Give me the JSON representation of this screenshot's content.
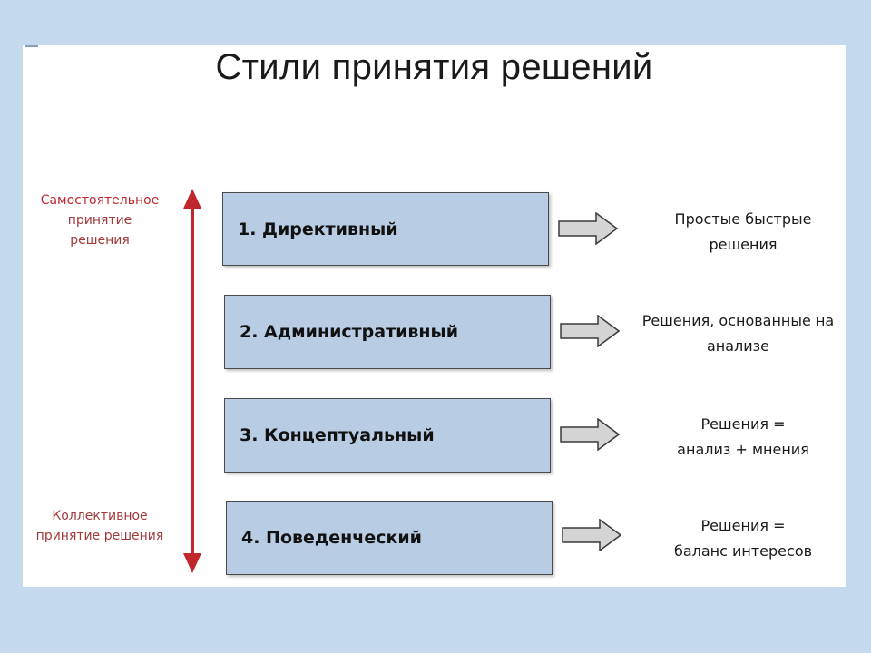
{
  "title": "Стили принятия решений",
  "scale": {
    "top_label": [
      "Самостоятельное",
      "принятие",
      "решения"
    ],
    "bottom_label": [
      "Коллективное",
      "принятие решения"
    ],
    "arrow_color": "#c0272d"
  },
  "styles": [
    {
      "label": "1. Директивный",
      "result": [
        "Простые быстрые",
        "решения"
      ]
    },
    {
      "label": "2. Административный",
      "result": [
        "Решения, основанные на",
        "анализе"
      ]
    },
    {
      "label": "3. Концептуальный",
      "result": [
        "Решения =",
        "анализ + мнения"
      ]
    },
    {
      "label": "4. Поведенческий",
      "result": [
        "Решения =",
        "баланс интересов"
      ]
    }
  ],
  "colors": {
    "background": "#c5d9ef",
    "box_fill": "#b8cce4",
    "arrow_fill": "#d4d4d4"
  }
}
